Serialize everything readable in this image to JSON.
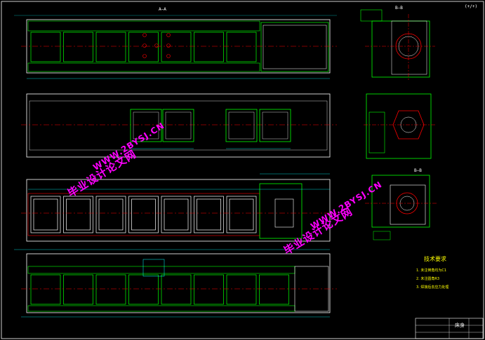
{
  "drawing": {
    "section_labels": [
      "A—A",
      "B—B",
      "B—B"
    ],
    "top_right_mark": "(+/+)",
    "notes": {
      "title": "技术要求",
      "lines": [
        "1. 未注倒角均为C1",
        "2. 未注圆角R3",
        "3. 焊接后去应力处理"
      ]
    },
    "title_block": {
      "title": "床身"
    }
  },
  "watermarks": [
    {
      "cn": "毕业设计论文网",
      "url": "WWW.2BYSJ.CN"
    },
    {
      "cn": "毕业设计论文网",
      "url": "WWW.2BYSJ.CN"
    }
  ],
  "colors": {
    "background": "#000000",
    "outline": "#ffffff",
    "geometry": "#00ff00",
    "centerline": "#ff0000",
    "dimension": "#00ffff",
    "annotation": "#ffff00",
    "watermark": "#ff00ff"
  }
}
